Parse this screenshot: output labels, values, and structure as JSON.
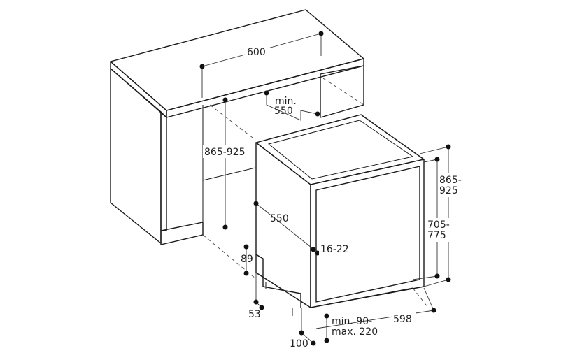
{
  "diagram": {
    "colors": {
      "line": "#1a1a1a",
      "countertop_top": "#f2f2f2",
      "countertop_front": "#e6e6e6",
      "cabinet_side": "#ececec",
      "appliance_side": "#e9e9e9",
      "appliance_top": "#f4f4f4",
      "door": "#f7f7f7"
    },
    "labels": {
      "width_600": "600",
      "min_550_line1": "min.",
      "min_550_line2": "550",
      "niche_height": "865-925",
      "depth_550": "550",
      "door_gap": "16-22",
      "height_89": "89",
      "foot_53": "53",
      "base_100": "100",
      "plinth_line1": "min. 90-",
      "plinth_line2": "max. 220",
      "width_598": "598",
      "height_705_line1": "705-",
      "height_705_line2": "775",
      "height_865_line1": "865-",
      "height_865_line2": "925"
    }
  }
}
